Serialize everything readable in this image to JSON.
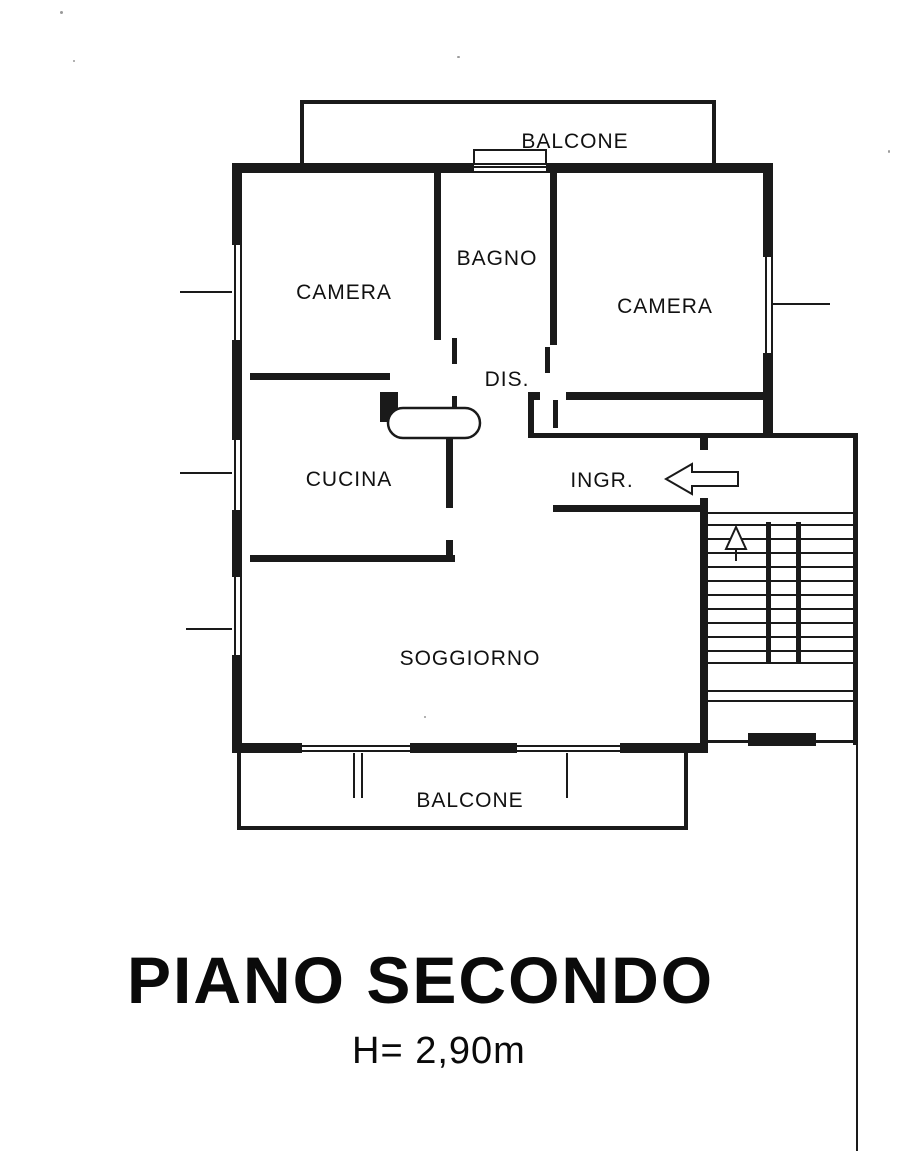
{
  "page": {
    "background": "#ffffff",
    "line_color": "#1a1a1a"
  },
  "floorplan": {
    "labels": {
      "balcone_top": "BALCONE",
      "bagno": "BAGNO",
      "camera_left": "CAMERA",
      "camera_right": "CAMERA",
      "dis": "DIS.",
      "cucina": "CUCINA",
      "ingresso": "INGR.",
      "soggiorno": "SOGGIORNO",
      "balcone_bottom": "BALCONE"
    }
  },
  "title_block": {
    "title": "PIANO SECONDO",
    "height_note": "H= 2,90m"
  }
}
